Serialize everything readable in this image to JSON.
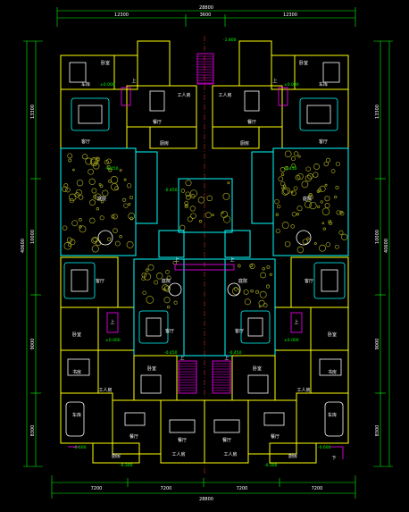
{
  "colors": {
    "background": "#000000",
    "wall_yellow": "#ffff00",
    "wall_cyan": "#00ffff",
    "dim_green": "#00ff00",
    "plant_olive": "#a0a020",
    "furniture_white": "#ffffff",
    "stair_magenta": "#ff00ff",
    "axis_red": "#ff3030",
    "room_label": "#ffffff"
  },
  "dimensions": {
    "top_total": "28800",
    "top_left": "12300",
    "top_mid": "3600",
    "top_right": "12300",
    "bottom_total": "28800",
    "bottom_segments": [
      "7200",
      "7200",
      "7200",
      "7200"
    ],
    "left_total": "40600",
    "right_total": "40600",
    "left_segments": [
      "13300",
      "10000",
      "9000",
      "8300"
    ],
    "right_segments": [
      "13300",
      "10000",
      "9000",
      "8300"
    ]
  },
  "elevations": {
    "top_center": "-1.800",
    "upper_left_entry": "±0.000",
    "upper_right_entry": "±0.000",
    "left_garden": "-0.450",
    "right_garden": "-0.450",
    "central_court": "-0.450",
    "mid_left_stair": "±0.000",
    "mid_right_stair": "±0.000",
    "lower_center_left": "-0.450",
    "lower_center_right": "-0.450",
    "bottom_left_entry": "-0.600",
    "bottom_center_left": "-0.300",
    "bottom_center_right": "-0.300",
    "bottom_right_entry": "-0.600"
  },
  "rooms": {
    "ul_garage": "车库",
    "ul_bedroom": "卧室",
    "ul_dining": "餐厅",
    "ul_kitchen": "厨房",
    "ul_living": "客厅",
    "ul_maid": "工人房",
    "ul_courtyard": "庭院",
    "ur_garage": "车库",
    "ur_bedroom": "卧室",
    "ur_dining": "餐厅",
    "ur_kitchen": "厨房",
    "ur_living": "客厅",
    "ur_maid": "工人房",
    "ur_courtyard": "庭院",
    "ml_living": "客厅",
    "ml_bedroom": "卧室",
    "ml_study": "书房",
    "mr_living": "客厅",
    "mr_bedroom": "卧室",
    "mr_study": "书房",
    "cl_living": "客厅",
    "cr_living": "客厅",
    "cl_courtyard": "庭院",
    "cr_courtyard": "庭院",
    "ll_dining": "餐厅",
    "ll_maid": "工人房",
    "ll_kitchen": "厨房",
    "ll_garage": "车库",
    "lr_dining": "餐厅",
    "lr_maid": "工人房",
    "lr_kitchen": "厨房",
    "lr_garage": "车库",
    "lc_dining_l": "餐厅",
    "lc_dining_r": "餐厅",
    "lc_maid_l": "工人房",
    "lc_maid_r": "工人房",
    "lc_bed_l": "卧室",
    "lc_bed_r": "卧室"
  },
  "markers": {
    "up_arrow": "上",
    "down_arrow": "下"
  }
}
